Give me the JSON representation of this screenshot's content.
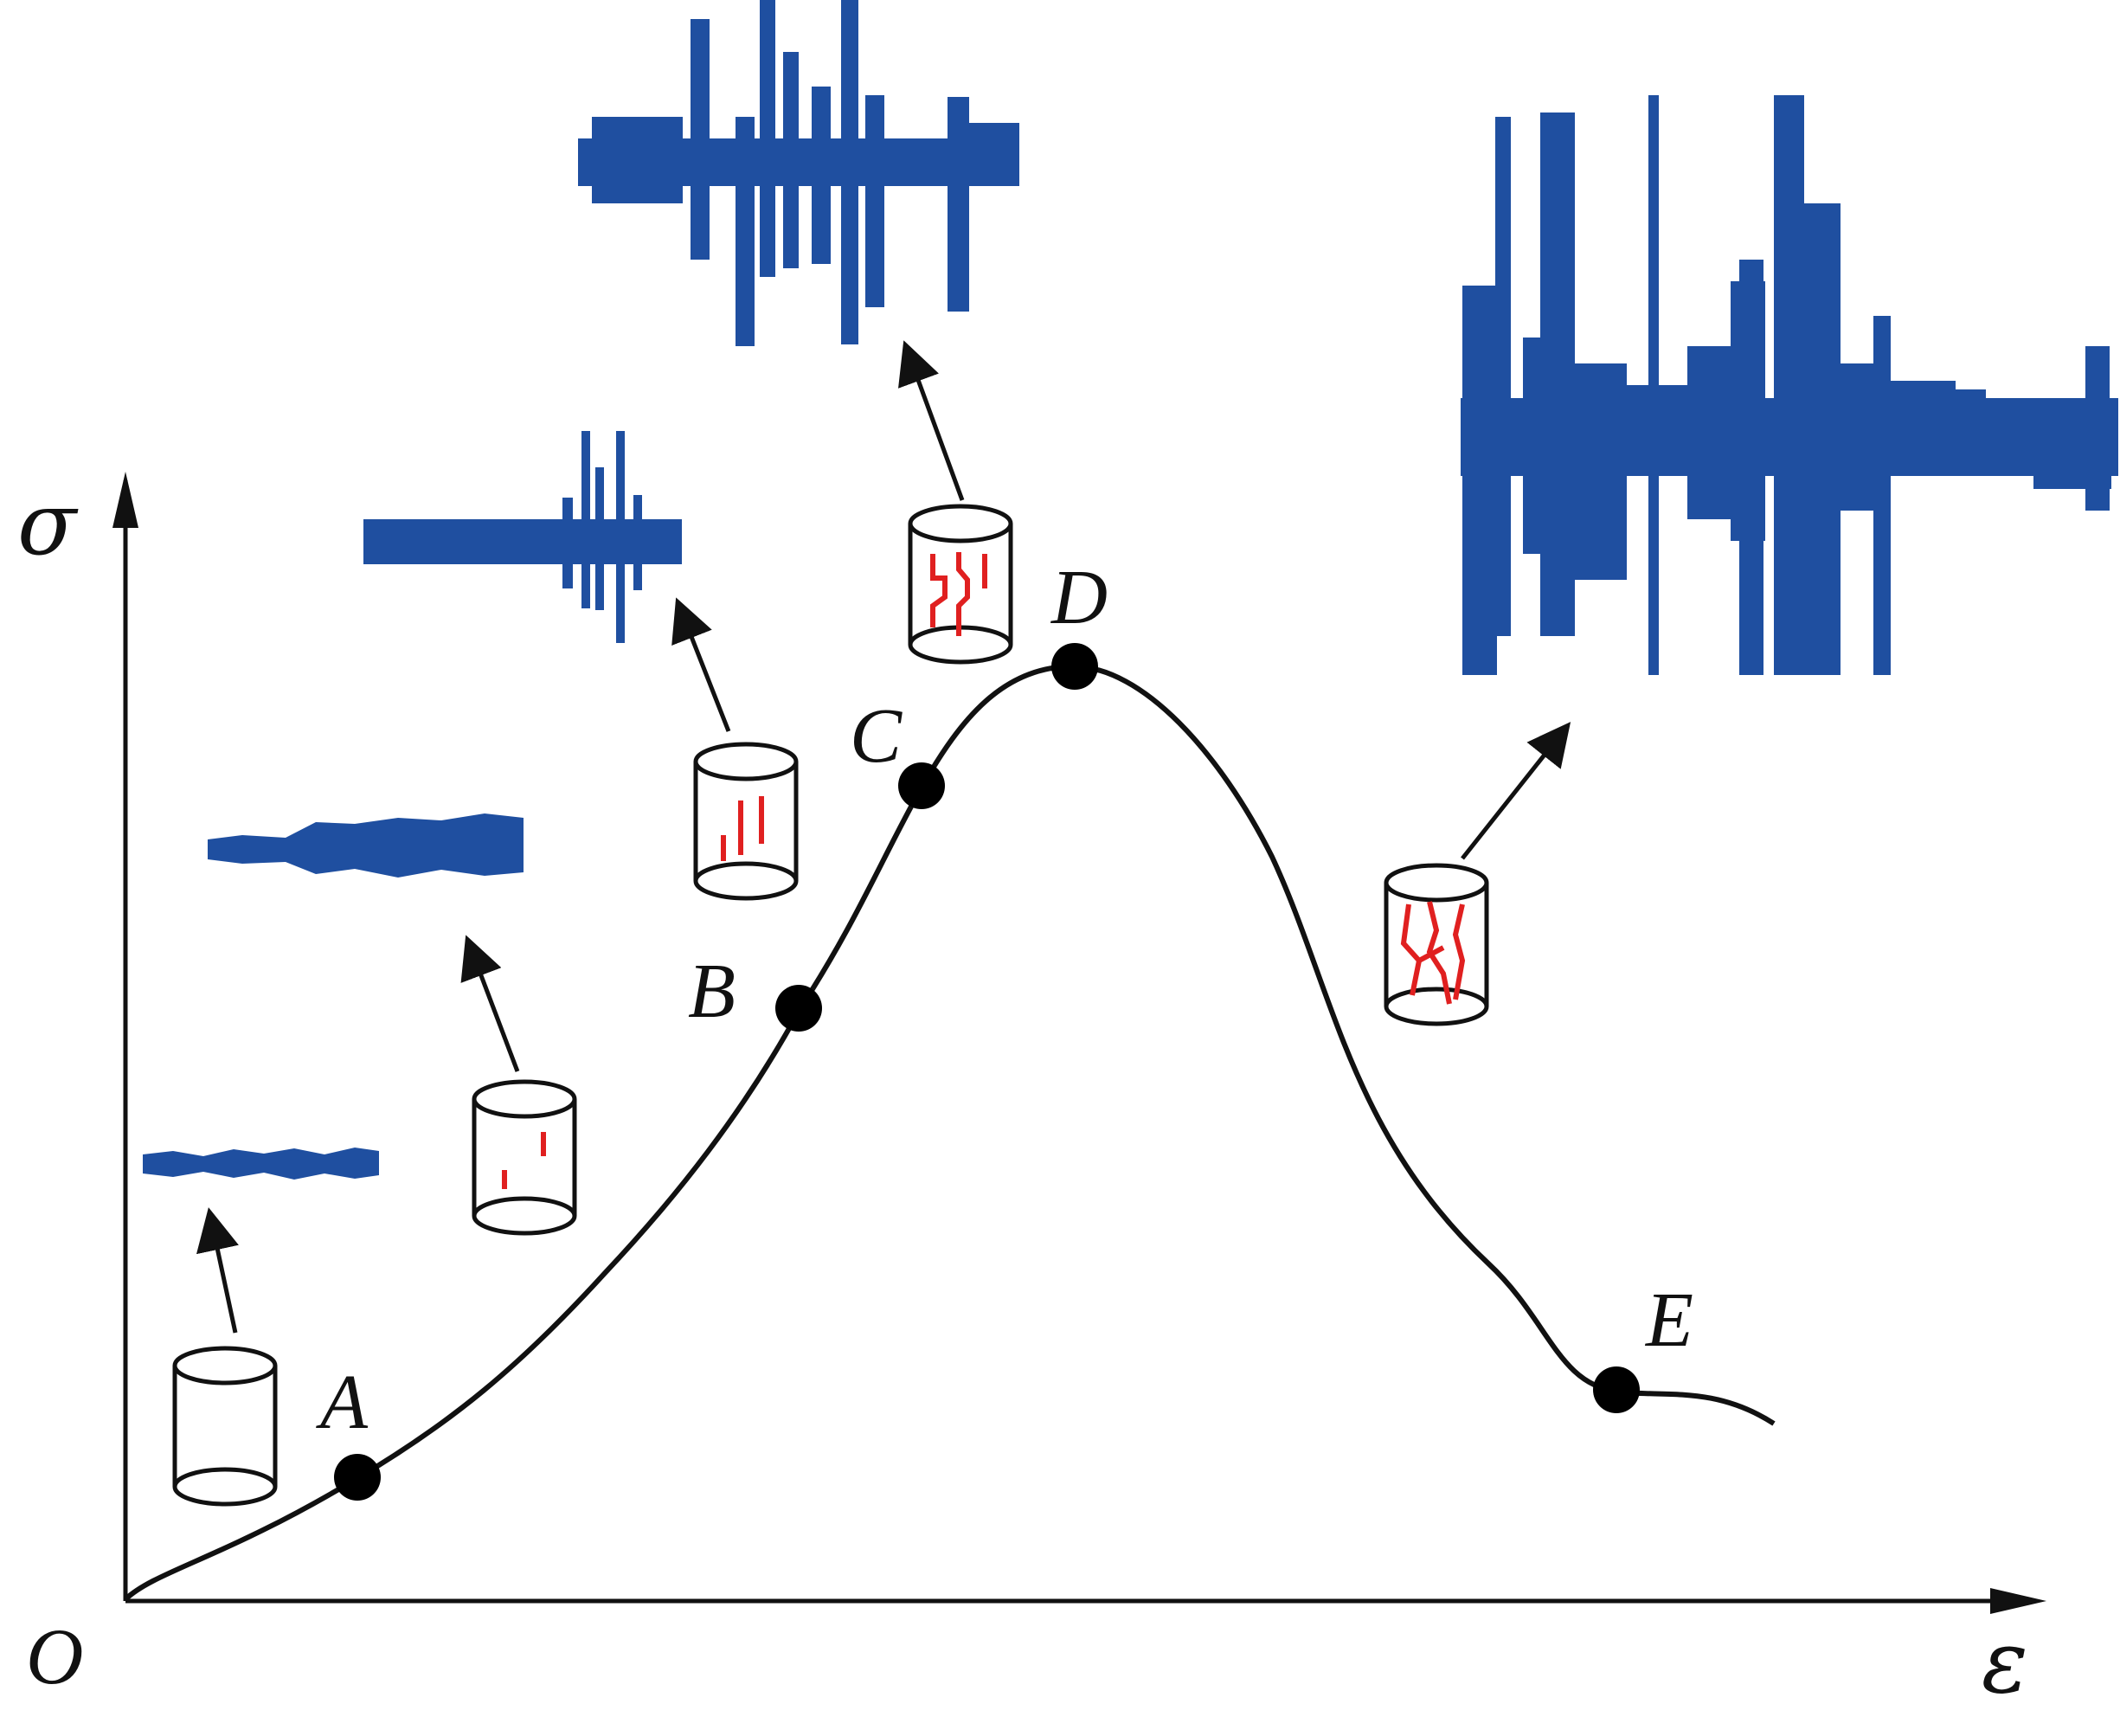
{
  "axes": {
    "origin_label": "O",
    "y_label": "σ",
    "x_label": "ε"
  },
  "points": [
    {
      "id": "A",
      "label": "A"
    },
    {
      "id": "B",
      "label": "B"
    },
    {
      "id": "C",
      "label": "C"
    },
    {
      "id": "D",
      "label": "D"
    },
    {
      "id": "E",
      "label": "E"
    }
  ],
  "colors": {
    "curve": "#111111",
    "signal": "#1f4fa0",
    "crack": "#e02020",
    "specimen": "#111111"
  },
  "icons": {
    "specimen": "cylinder-specimen-icon",
    "signal": "acoustic-emission-waveform",
    "arrow": "arrow-icon"
  }
}
